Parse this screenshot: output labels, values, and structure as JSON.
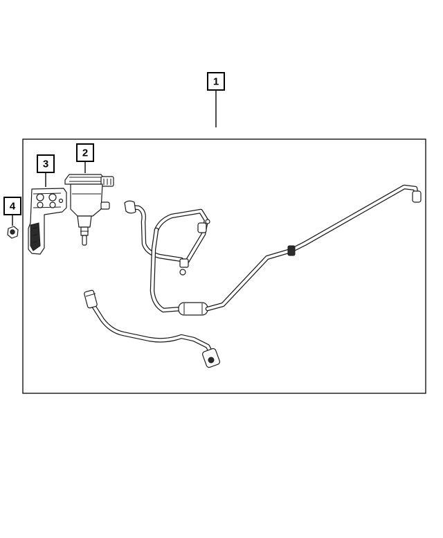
{
  "callouts": [
    {
      "id": "1",
      "label": "1"
    },
    {
      "id": "2",
      "label": "2"
    },
    {
      "id": "3",
      "label": "3"
    },
    {
      "id": "4",
      "label": "4"
    }
  ],
  "parts": [
    {
      "callout": "1",
      "icon": "vapor-line-harness-icon"
    },
    {
      "callout": "2",
      "icon": "evap-canister-valve-icon"
    },
    {
      "callout": "3",
      "icon": "mounting-bracket-icon"
    },
    {
      "callout": "4",
      "icon": "hex-nut-icon"
    }
  ],
  "colors": {
    "line": "#000000",
    "background": "#ffffff"
  }
}
